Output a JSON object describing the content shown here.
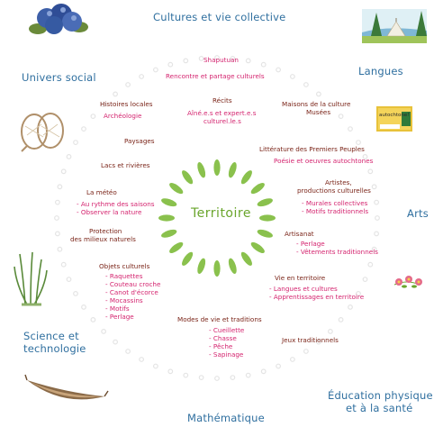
{
  "center": "Territoire",
  "subjects": {
    "cultures": "Cultures et vie collective",
    "langues": "Langues",
    "univers": "Univers social",
    "arts": "Arts",
    "science_1": "Science et",
    "science_2": "technologie",
    "education_1": "Éducation physique",
    "education_2": "et à la santé",
    "math": "Mathématique"
  },
  "topics": {
    "shaputuan": "Shaputuan",
    "rencontre": "Rencontre et partage culturels",
    "histoires": "Histoires locales",
    "archeologie": "Archéologie",
    "recits": "Récits",
    "aines_1": "Aîné.e.s et expert.e.s",
    "aines_2": "culturel.le.s",
    "maisons": "Maisons de la culture",
    "musees": "Musées",
    "paysages": "Paysages",
    "litterature": "Littérature des Premiers Peuples",
    "poesie": "Poésie et oeuvres autochtones",
    "lacs": "Lacs et rivières",
    "artistes_1": "Artistes,",
    "artistes_2": "productions culturelles",
    "meteo": "La météo",
    "meteo_items": [
      "- Au rythme des saisons",
      "- Observer la nature"
    ],
    "murales": [
      "- Murales collectives",
      "- Motifs traditionnels"
    ],
    "protection_1": "Protection",
    "protection_2": "des milieux naturels",
    "artisanat": "Artisanat",
    "artisanat_items": [
      "- Perlage",
      "- Vêtements traditionnels"
    ],
    "objets": "Objets culturels",
    "objets_items": [
      "- Raquettes",
      "- Couteau croche",
      "- Canot d'écorce",
      "- Mocassins",
      "- Motifs",
      "- Perlage"
    ],
    "vie": "Vie en territoire",
    "vie_items": [
      "- Langues et cultures",
      "- Apprentissages en territoire"
    ],
    "modes": "Modes de vie et traditions",
    "modes_items": [
      "- Cueillette",
      "- Chasse",
      "- Pêche",
      "- Sapinage"
    ],
    "jeux": "Jeux traditionnels",
    "book_label": "autochtone!"
  },
  "colors": {
    "subject": "#2f6f9f",
    "topic": "#7a2418",
    "item": "#d4246f",
    "leaf": "#7dba3a"
  }
}
